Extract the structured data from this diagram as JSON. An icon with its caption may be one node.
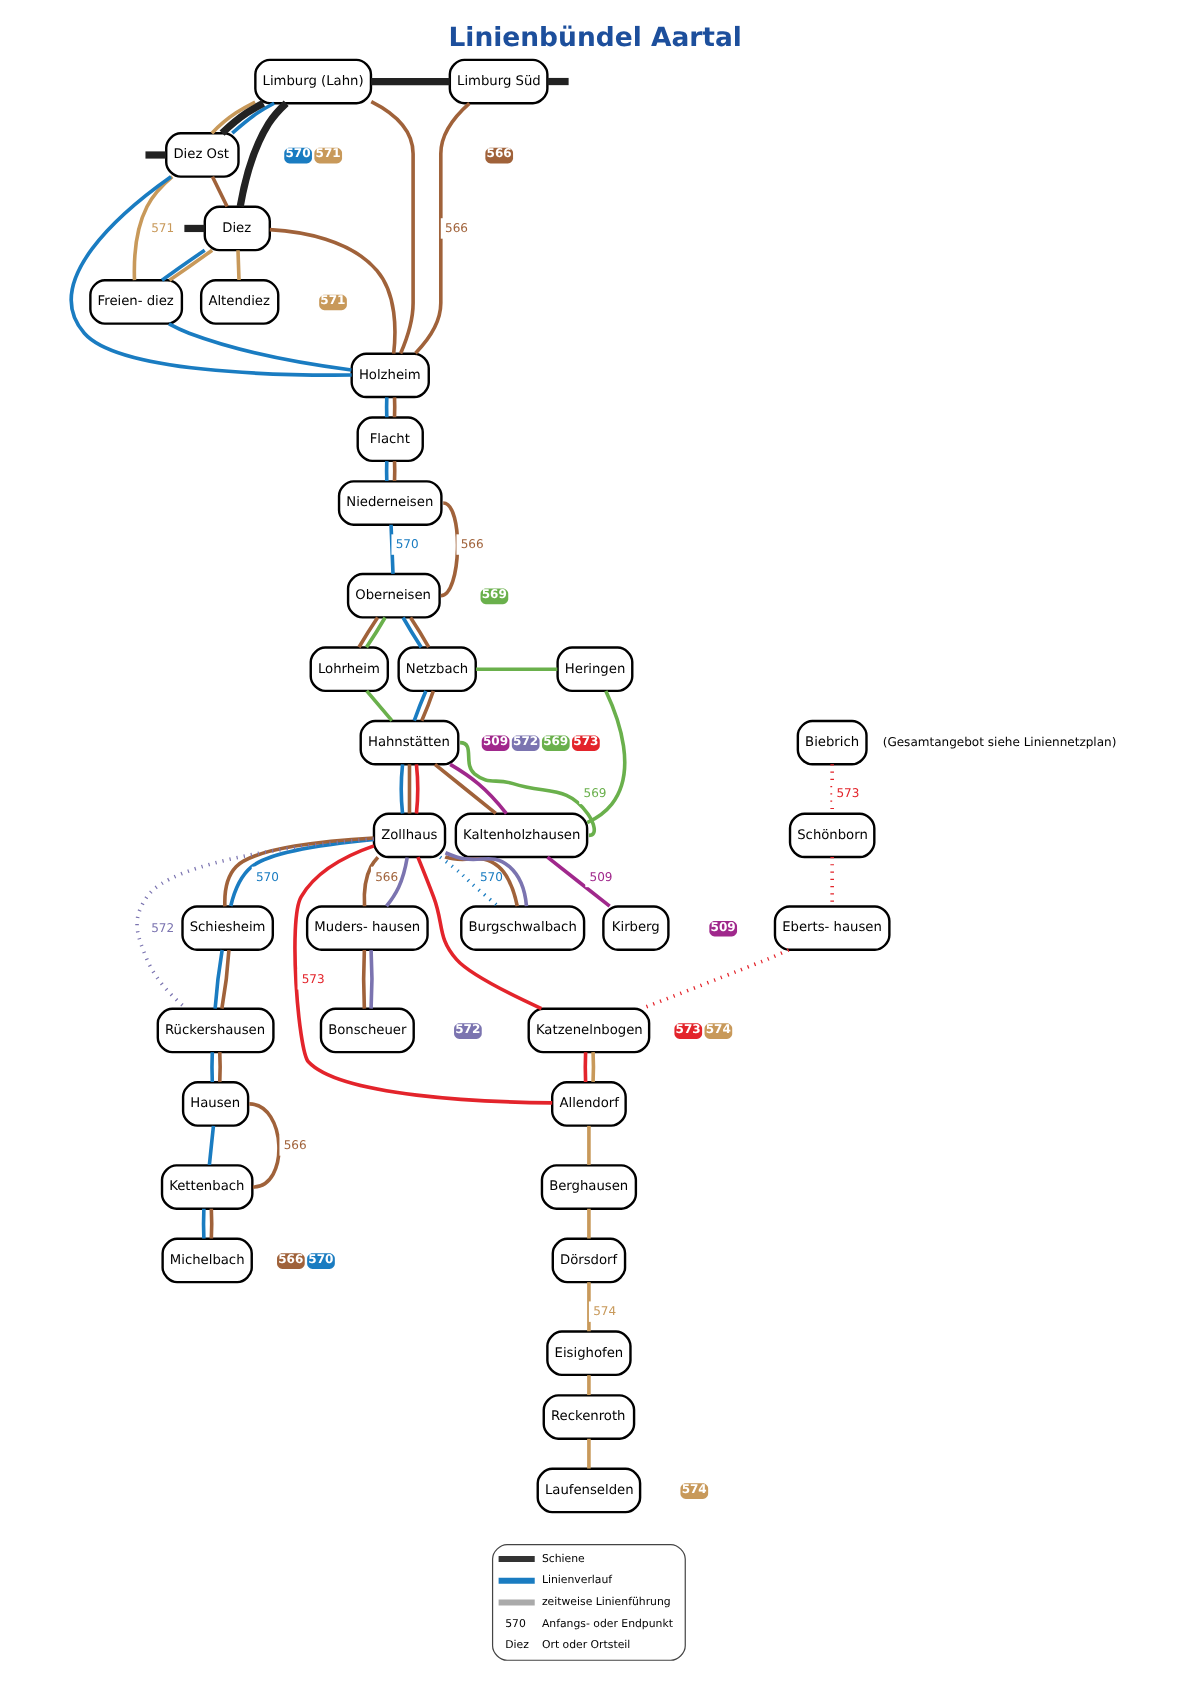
{
  "diagram": {
    "title": "Linienbündel Aartal",
    "nodes": [
      {
        "text": [
          "Limburg (Lahn)"
        ],
        "beside": [
          "570",
          "571"
        ]
      },
      {
        "text": [
          "Diez Ost"
        ]
      },
      {
        "text": [
          "Limburg Süd"
        ],
        "beside": [
          "566"
        ]
      },
      {
        "text": [
          "Altendiez"
        ],
        "beside": [
          "571"
        ]
      },
      {
        "text": [
          "Diez"
        ]
      },
      {
        "text": [
          "Freien- diez"
        ]
      },
      {
        "text": [
          "Holzheim"
        ]
      },
      {
        "text": [
          "Flacht"
        ]
      },
      {
        "text": [
          "Niederneisen"
        ]
      },
      {
        "text": [
          "Oberneisen"
        ],
        "beside": [
          "569"
        ]
      },
      {
        "text": [
          "Lohrheim"
        ]
      },
      {
        "text": [
          "Netzbach"
        ]
      },
      {
        "text": [
          "Heringen"
        ]
      },
      {
        "text": [
          "Hahnstätten"
        ],
        "beside": [
          "509",
          "572",
          "569",
          "573"
        ]
      },
      {
        "text": [
          "Kaltenholzhausen"
        ]
      },
      {
        "text": [
          "Kirberg"
        ],
        "beside": [
          "509"
        ]
      },
      {
        "text": [
          "Zollhaus"
        ]
      },
      {
        "text": [
          "Burgschwalbach"
        ]
      },
      {
        "text": [
          "Biebrich"
        ]
      },
      {
        "text": [
          "Schönborn"
        ]
      },
      {
        "text": [
          "Eberts- hausen"
        ]
      },
      {
        "text": [
          "Muders- hausen"
        ]
      },
      {
        "text": [
          "Bonscheuer"
        ],
        "beside": [
          "572"
        ]
      },
      {
        "text": [
          "Schiesheim"
        ]
      },
      {
        "text": [
          "Rückershausen"
        ]
      },
      {
        "text": [
          "Katzenelnbogen"
        ],
        "beside": [
          "573",
          "574"
        ]
      },
      {
        "text": [
          "Allendorf"
        ]
      },
      {
        "text": [
          "Berghausen"
        ]
      },
      {
        "text": [
          "Dörsdorf"
        ]
      },
      {
        "text": [
          "Eisighofen"
        ]
      },
      {
        "text": [
          "Reckenroth"
        ]
      },
      {
        "text": [
          "Laufenselden"
        ],
        "beside": [
          "574"
        ]
      },
      {
        "text": [
          "Hausen"
        ]
      },
      {
        "text": [
          "Kettenbach"
        ]
      },
      {
        "text": [
          "Michelbach"
        ],
        "beside": [
          "566",
          "570"
        ]
      }
    ],
    "edges": [
      {
        "from": null,
        "to": 1,
        "arrow": "none",
        "style": "thick",
        "color": "#222222"
      },
      {
        "from": 1,
        "to": 0,
        "arrow": "none",
        "style": "thick",
        "color": "#222222"
      },
      {
        "from": null,
        "to": 4,
        "arrow": "none",
        "style": "thick",
        "color": "#222222"
      },
      {
        "from": 4,
        "to": 0,
        "arrow": "none",
        "style": "thick",
        "color": "#222222"
      },
      {
        "from": 0,
        "to": 2,
        "arrow": "none",
        "style": "thick",
        "color": "#222222"
      },
      {
        "from": 2,
        "to": null,
        "arrow": "none",
        "style": "thick",
        "color": "#222222"
      },
      {
        "from": 0,
        "to": 1,
        "arrow": "none",
        "color": "#c8995a"
      },
      {
        "from": 1,
        "to": 5,
        "arrow": "none",
        "label": "571",
        "color": "#c8995a"
      },
      {
        "from": 5,
        "to": 4,
        "arrow": "none",
        "color": "#c8995a"
      },
      {
        "from": 4,
        "to": 3,
        "arrow": "none",
        "color": "#c8995a"
      },
      {
        "from": 0,
        "to": 1,
        "arrow": "none",
        "color": "#1a7cc1"
      },
      {
        "from": 1,
        "to": 6,
        "arrow": "none",
        "color": "#1a7cc1"
      },
      {
        "from": 4,
        "to": 5,
        "arrow": "none",
        "color": "#1a7cc1"
      },
      {
        "from": 5,
        "to": 6,
        "arrow": "none",
        "color": "#1a7cc1"
      },
      {
        "from": 6,
        "to": 7,
        "arrow": "none",
        "color": "#1a7cc1"
      },
      {
        "from": 7,
        "to": 8,
        "arrow": "none",
        "color": "#1a7cc1"
      },
      {
        "from": 8,
        "to": 9,
        "arrow": "none",
        "label": "570",
        "color": "#1a7cc1"
      },
      {
        "from": 9,
        "to": 11,
        "arrow": "none",
        "color": "#1a7cc1"
      },
      {
        "from": 11,
        "to": 13,
        "arrow": "none",
        "color": "#1a7cc1"
      },
      {
        "from": 13,
        "to": 16,
        "arrow": "none",
        "color": "#1a7cc1"
      },
      {
        "from": 16,
        "to": 17,
        "arrow": "none",
        "label": "570",
        "style": "dashed",
        "color": "#1a7cc1"
      },
      {
        "from": 16,
        "to": 23,
        "arrow": "none",
        "label": "570",
        "color": "#1a7cc1"
      },
      {
        "from": 23,
        "to": 24,
        "arrow": "none",
        "color": "#1a7cc1"
      },
      {
        "from": 24,
        "to": 32,
        "arrow": "none",
        "color": "#1a7cc1"
      },
      {
        "from": 32,
        "to": 33,
        "arrow": "none",
        "color": "#1a7cc1"
      },
      {
        "from": 33,
        "to": 34,
        "arrow": "none",
        "color": "#1a7cc1"
      },
      {
        "from": 0,
        "to": 6,
        "arrow": "none",
        "color": "#a0623a"
      },
      {
        "from": 2,
        "to": 6,
        "arrow": "none",
        "label": "566",
        "color": "#a0623a"
      },
      {
        "from": 1,
        "to": 4,
        "arrow": "none",
        "color": "#a0623a"
      },
      {
        "from": 4,
        "to": 6,
        "arrow": "none",
        "color": "#a0623a"
      },
      {
        "from": 6,
        "to": 7,
        "arrow": "none",
        "color": "#a0623a"
      },
      {
        "from": 7,
        "to": 8,
        "arrow": "none",
        "color": "#a0623a"
      },
      {
        "from": 8,
        "to": 9,
        "arrow": "none",
        "label": "566",
        "color": "#a0623a"
      },
      {
        "from": 9,
        "to": 10,
        "arrow": "none",
        "color": "#a0623a"
      },
      {
        "from": 9,
        "to": 11,
        "arrow": "none",
        "color": "#a0623a"
      },
      {
        "from": 11,
        "to": 13,
        "arrow": "none",
        "color": "#a0623a"
      },
      {
        "from": 13,
        "to": 14,
        "arrow": "none",
        "color": "#a0623a"
      },
      {
        "from": 13,
        "to": 16,
        "arrow": "none",
        "color": "#a0623a"
      },
      {
        "from": 16,
        "to": 17,
        "arrow": "none",
        "color": "#a0623a"
      },
      {
        "from": 16,
        "to": 21,
        "arrow": "none",
        "label": "566",
        "color": "#a0623a"
      },
      {
        "from": 21,
        "to": 22,
        "arrow": "none",
        "color": "#a0623a"
      },
      {
        "from": 16,
        "to": 23,
        "arrow": "none",
        "color": "#a0623a"
      },
      {
        "from": 23,
        "to": 24,
        "arrow": "none",
        "color": "#a0623a"
      },
      {
        "from": 24,
        "to": 32,
        "arrow": "none",
        "color": "#a0623a"
      },
      {
        "from": 32,
        "to": 33,
        "arrow": "none",
        "label": "566",
        "color": "#a0623a"
      },
      {
        "from": 33,
        "to": 34,
        "arrow": "none",
        "color": "#a0623a"
      },
      {
        "from": 9,
        "to": 10,
        "arrow": "none",
        "color": "#6ab04c"
      },
      {
        "from": 10,
        "to": 13,
        "arrow": "none",
        "color": "#6ab04c"
      },
      {
        "from": 13,
        "to": 14,
        "arrow": "none",
        "label": "569",
        "color": "#6ab04c"
      },
      {
        "from": 11,
        "to": 12,
        "arrow": "none",
        "color": "#6ab04c"
      },
      {
        "from": 12,
        "to": 14,
        "arrow": "none",
        "color": "#6ab04c"
      },
      {
        "from": 13,
        "to": 14,
        "arrow": "none",
        "color": "#a0288c"
      },
      {
        "from": 14,
        "to": 15,
        "arrow": "none",
        "label": "509",
        "color": "#a0288c"
      },
      {
        "from": 16,
        "to": 17,
        "arrow": "none",
        "color": "#7b74b0"
      },
      {
        "from": 16,
        "to": 21,
        "arrow": "none",
        "color": "#7b74b0"
      },
      {
        "from": 21,
        "to": 22,
        "arrow": "none",
        "color": "#7b74b0"
      },
      {
        "from": 16,
        "to": 24,
        "arrow": "none",
        "label": "572",
        "style": "dashed",
        "color": "#7b74b0"
      },
      {
        "from": 13,
        "to": 16,
        "arrow": "none",
        "color": "#e3242b"
      },
      {
        "from": 16,
        "to": 25,
        "arrow": "none",
        "color": "#e3242b"
      },
      {
        "from": 16,
        "to": 26,
        "arrow": "none",
        "label": "573",
        "color": "#e3242b"
      },
      {
        "from": 25,
        "to": 26,
        "arrow": "none",
        "color": "#e3242b"
      },
      {
        "from": 18,
        "to": 19,
        "arrow": "none",
        "label": "573",
        "style": "dashed",
        "color": "#e3242b"
      },
      {
        "from": 19,
        "to": 20,
        "arrow": "none",
        "style": "dashed",
        "color": "#e3242b"
      },
      {
        "from": 20,
        "to": 25,
        "arrow": "none",
        "style": "dashed",
        "color": "#e3242b"
      },
      {
        "from": 25,
        "to": 26,
        "arrow": "none",
        "color": "#c8995a"
      },
      {
        "from": 26,
        "to": 27,
        "arrow": "none",
        "color": "#c8995a"
      },
      {
        "from": 27,
        "to": 28,
        "arrow": "none",
        "color": "#c8995a"
      },
      {
        "from": 28,
        "to": 29,
        "arrow": "none",
        "label": "574",
        "color": "#c8995a"
      },
      {
        "from": 29,
        "to": 30,
        "arrow": "none",
        "color": "#c8995a"
      },
      {
        "from": 30,
        "to": 31,
        "arrow": "none",
        "color": "#c8995a"
      }
    ],
    "labels": [
      "(Gesamtangebot siehe Liniennetzplan)",
      "570",
      "Diez"
    ],
    "legend": [
      {
        "text": "Schiene"
      },
      {
        "text": "Linienverlauf"
      },
      {
        "text": "zeitweise Linienführung"
      },
      {
        "text": "Anfangs- oder Endpunkt"
      },
      {
        "text": "Ort oder Ortsteil"
      }
    ]
  }
}
